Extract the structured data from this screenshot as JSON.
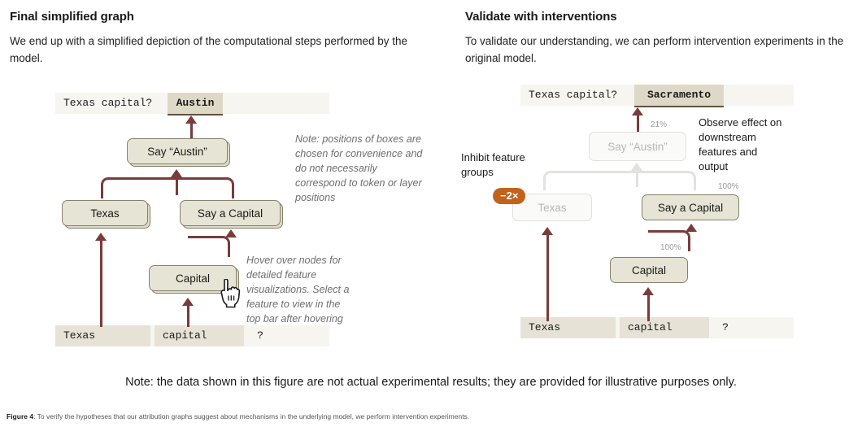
{
  "left": {
    "title": "Final simplified graph",
    "description": "We end up with a simplified depiction of the computational steps performed by the model.",
    "prompt": {
      "text": "Texas capital?",
      "answer": "Austin"
    },
    "nodes": {
      "say_austin": "Say “Austin”",
      "texas": "Texas",
      "say_a_capital": "Say a Capital",
      "capital": "Capital"
    },
    "tokens": {
      "t1": "Texas",
      "t2": "capital",
      "t3": "?"
    },
    "note_positions": "Note: positions of boxes are chosen for convenience and do not necessarily correspond to token or layer positions",
    "note_hover": "Hover over nodes for detailed feature visualizations. Select a feature to view in the top bar after hovering",
    "cursor_icon": "hand-pointer-cursor"
  },
  "right": {
    "title": "Validate with interventions",
    "description": "To validate our understanding, we can perform intervention experiments in the original model.",
    "prompt": {
      "text": "Texas capital?",
      "answer": "Sacramento"
    },
    "nodes": {
      "say_austin": "Say “Austin”",
      "texas": "Texas",
      "say_a_capital": "Say a Capital",
      "capital": "Capital"
    },
    "tokens": {
      "t1": "Texas",
      "t2": "capital",
      "t3": "?"
    },
    "badge": "−2×",
    "callout_inhibit": "Inhibit feature groups",
    "callout_observe": "Observe effect on downstream features and output",
    "percents": {
      "to_output": "21%",
      "say_capital": "100%",
      "capital_edge": "100%"
    }
  },
  "figure": {
    "note": "Note: the data shown in this figure are not actual experimental results; they are provided for illustrative purposes only.",
    "caption_label": "Figure 4",
    "caption_text": ": To verify the hypotheses that our attribution graphs suggest about mechanisms in the underlying model, we perform intervention experiments."
  },
  "colors": {
    "edge": "#7a3b3b",
    "node_fill": "#e6e4d5",
    "node_border": "#85816a",
    "bar_bg": "#f6f5f0",
    "bar_cell": "#e6e3d6",
    "badge": "#c2631c",
    "ghost": "#e2e2de"
  }
}
